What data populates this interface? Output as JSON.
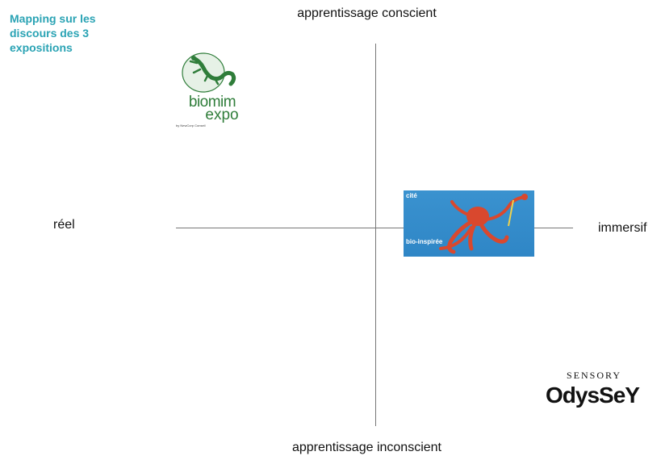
{
  "title": "Mapping sur les discours des 3 expositions",
  "axes": {
    "top": "apprentissage conscient",
    "bottom": "apprentissage inconscient",
    "left": "réel",
    "right": "immersif"
  },
  "logos": {
    "biomim": {
      "line1": "biomim",
      "line2": "expo",
      "byline": "by NewCorp Conseil"
    },
    "cite": {
      "line1": "cité",
      "line2": "bio-inspirée"
    },
    "sensory": {
      "line1": "SENSORY",
      "line2": "OdysSeY"
    }
  },
  "colors": {
    "title": "#2aa3b4",
    "biomim_green": "#2f7d3a",
    "cite_blue": "#3a92cf",
    "octopus": "#d9482e"
  }
}
